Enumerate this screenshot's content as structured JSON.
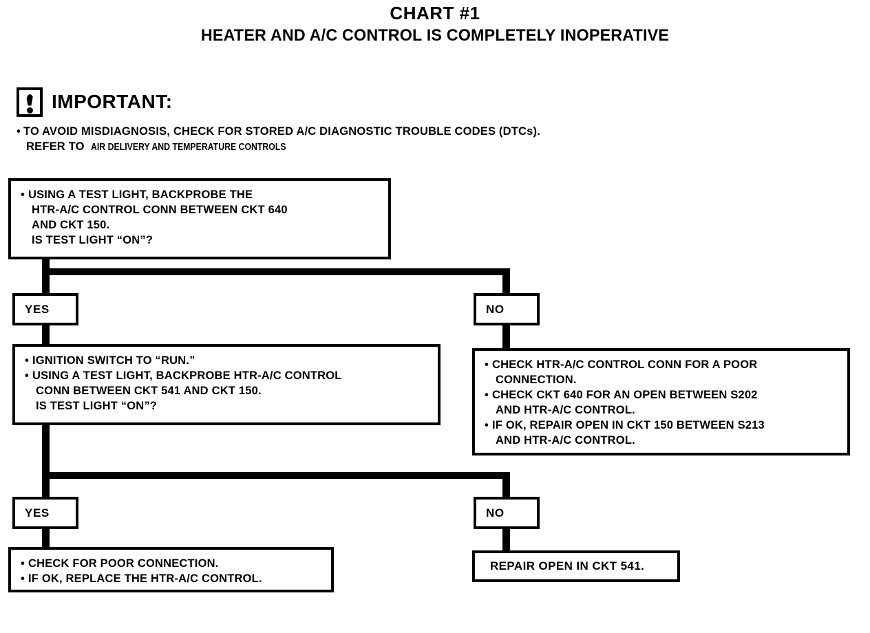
{
  "title": {
    "heading": "CHART #1",
    "subheading": "HEATER AND A/C CONTROL IS COMPLETELY INOPERATIVE"
  },
  "important": {
    "icon_name": "exclamation-warning-icon",
    "label": "IMPORTANT:",
    "bullet": "•",
    "line1": "TO AVOID MISDIAGNOSIS, CHECK FOR STORED A/C DIAGNOSTIC TROUBLE CODES (DTCs).",
    "line2_prefix": "REFER TO",
    "line2_reference": "AIR DELIVERY AND TEMPERATURE CONTROLS"
  },
  "nodes": {
    "step1": {
      "lines": [
        "USING A TEST LIGHT, BACKPROBE THE",
        "HTR-A/C CONTROL CONN BETWEEN CKT 640",
        "AND CKT 150.",
        "IS TEST LIGHT “ON”?"
      ]
    },
    "step2": {
      "lines": [
        "IGNITION SWITCH TO “RUN.”",
        "USING A TEST LIGHT, BACKPROBE HTR-A/C CONTROL",
        "CONN BETWEEN  CKT 541 AND CKT 150.",
        "IS TEST LIGHT “ON”?"
      ]
    },
    "no_branch_1": {
      "lines": [
        "CHECK HTR-A/C CONTROL CONN FOR A POOR",
        "CONNECTION.",
        "CHECK CKT 640 FOR AN OPEN BETWEEN S202",
        "AND HTR-A/C CONTROL.",
        "IF OK, REPAIR OPEN IN CKT 150 BETWEEN S213",
        "AND HTR-A/C CONTROL."
      ]
    },
    "yes_result": {
      "lines": [
        "CHECK FOR POOR CONNECTION.",
        "IF OK, REPLACE THE HTR-A/C CONTROL."
      ]
    },
    "no_result": {
      "text": "REPAIR OPEN IN CKT 541."
    }
  },
  "labels": {
    "yes_1": "YES",
    "no_1": "NO",
    "yes_2": "YES",
    "no_2": "NO"
  },
  "colors": {
    "ink": "#000000",
    "paper": "#ffffff"
  }
}
